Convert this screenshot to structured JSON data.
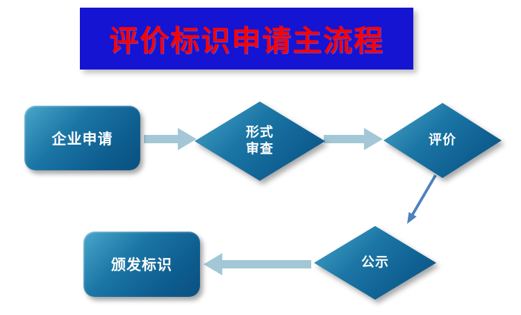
{
  "title": {
    "text": "评价标识申请主流程"
  },
  "flowchart": {
    "nodes": [
      {
        "id": "apply",
        "type": "rounded-rect",
        "label": "企业申请"
      },
      {
        "id": "formal-review",
        "type": "diamond",
        "label": "形式审查",
        "line1": "形式",
        "line2": "审查"
      },
      {
        "id": "evaluate",
        "type": "diamond",
        "label": "评价"
      },
      {
        "id": "publicity",
        "type": "diamond",
        "label": "公示"
      },
      {
        "id": "issue",
        "type": "rounded-rect",
        "label": "颁发标识"
      }
    ],
    "arrows": [
      {
        "id": "apply-to-review",
        "from": "apply",
        "to": "formal-review",
        "style": "light-block"
      },
      {
        "id": "review-to-evaluate",
        "from": "formal-review",
        "to": "evaluate",
        "style": "light-block"
      },
      {
        "id": "evaluate-to-publicity",
        "from": "evaluate",
        "to": "publicity",
        "style": "dark-line"
      },
      {
        "id": "publicity-to-issue",
        "from": "publicity",
        "to": "issue",
        "style": "light-block"
      }
    ]
  },
  "colors": {
    "banner_blue": "#1414d2",
    "title_red": "#ff0000",
    "shape_light": "#4aa6ca",
    "shape_dark": "#0a5180",
    "arrow_light": "#a3c7d6",
    "arrow_dark": "#4f81bd",
    "node_text": "#ffffff"
  }
}
